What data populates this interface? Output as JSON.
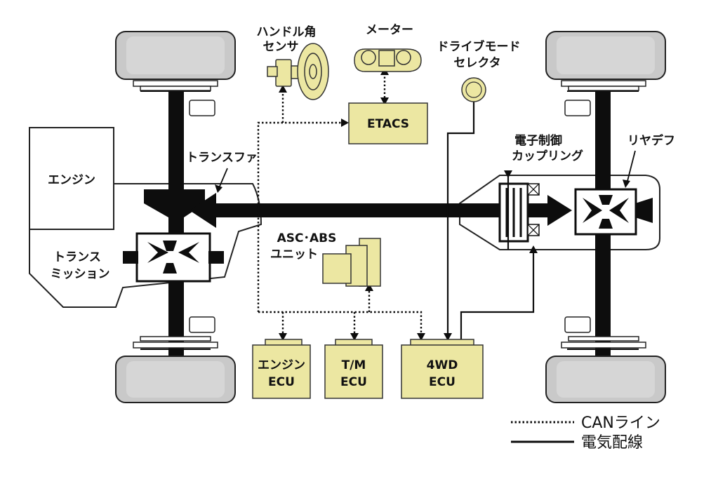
{
  "colors": {
    "component_fill": "#ece7a2",
    "component_stroke": "#333333",
    "tire_fill": "#c9c9c9",
    "shaft": "#0d0d0d",
    "housing_fill": "#ffffff"
  },
  "labels": {
    "engine": "エンジン",
    "transmission_line1": "トランス",
    "transmission_line2": "ミッション",
    "transfer": "トランスファ",
    "steering_sensor_line1": "ハンドル角",
    "steering_sensor_line2": "センサ",
    "meter": "メーター",
    "drive_mode_line1": "ドライブモード",
    "drive_mode_line2": "セレクタ",
    "etacs": "ETACS",
    "coupling_line1": "電子制御",
    "coupling_line2": "カップリング",
    "rear_diff": "リヤデフ",
    "asc_abs_line1": "ASC･ABS",
    "asc_abs_line2": "ユニット",
    "engine_ecu_line1": "エンジン",
    "engine_ecu_line2": "ECU",
    "tm_ecu_line1": "T/M",
    "tm_ecu_line2": "ECU",
    "fourwd_ecu_line1": "4WD",
    "fourwd_ecu_line2": "ECU"
  },
  "legend": {
    "can_line": "CANライン",
    "electric_wiring": "電気配線"
  }
}
